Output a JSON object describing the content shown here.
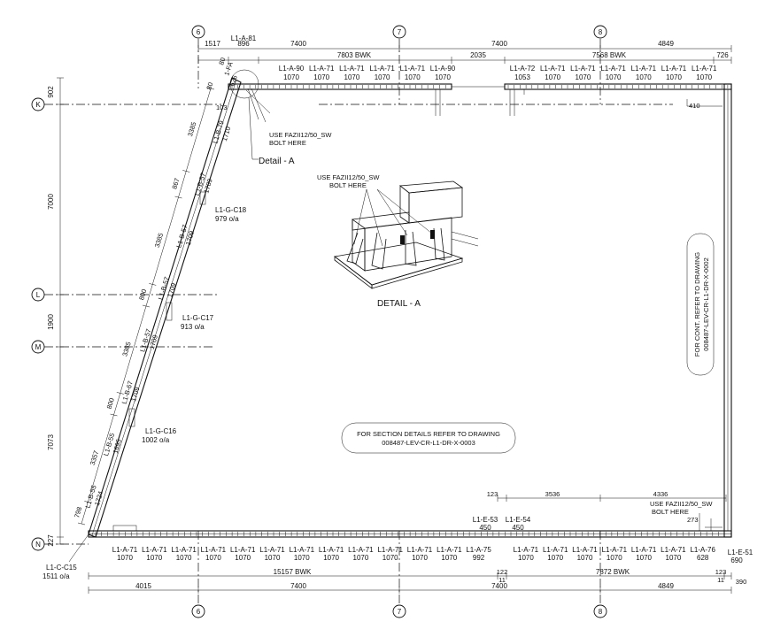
{
  "grid": {
    "vertical": [
      "6",
      "7",
      "8"
    ],
    "horizontal": [
      "K",
      "L",
      "M",
      "N"
    ]
  },
  "top_dims": {
    "row1": [
      "1517",
      "7400",
      "7400",
      "4849"
    ],
    "row2": [
      "896",
      "7803 BWK",
      "2035",
      "7568 BWK",
      "726"
    ],
    "top_label": "L1-A-81"
  },
  "top_panels": {
    "left": [
      {
        "id": "L1-A-90",
        "len": "1070"
      },
      {
        "id": "L1-A-71",
        "len": "1070"
      },
      {
        "id": "L1-A-71",
        "len": "1070"
      },
      {
        "id": "L1-A-71",
        "len": "1070"
      },
      {
        "id": "L1-A-71",
        "len": "1070"
      },
      {
        "id": "L1-A-90",
        "len": "1070"
      }
    ],
    "right": [
      {
        "id": "L1-A-72",
        "len": "1053"
      },
      {
        "id": "L1-A-71",
        "len": "1070"
      },
      {
        "id": "L1-A-71",
        "len": "1070"
      },
      {
        "id": "L1-A-71",
        "len": "1070"
      },
      {
        "id": "L1-A-71",
        "len": "1070"
      },
      {
        "id": "L1-A-71",
        "len": "1070"
      },
      {
        "id": "L1-A-71",
        "len": "1070"
      }
    ]
  },
  "left_dims": [
    "902",
    "7000",
    "1900",
    "7073",
    "227"
  ],
  "diagonal": {
    "corner_labels": [
      "80",
      "1-FA",
      "626",
      "80",
      "103"
    ],
    "dims": [
      "3385",
      "867",
      "3385",
      "800",
      "3385",
      "800",
      "3357",
      "798"
    ],
    "panels": [
      {
        "id": "L1-B-79",
        "len": "1710"
      },
      {
        "id": "L1-B-57",
        "len": "1709"
      },
      {
        "id": "L1-B-57",
        "len": "1709"
      },
      {
        "id": "L1-B-57",
        "len": "1709"
      },
      {
        "id": "L1-B-57",
        "len": "1709"
      },
      {
        "id": "L1-B-67",
        "len": "1709"
      },
      {
        "id": "L1-B-55",
        "len": "1695"
      },
      {
        "id": "L1-B-55",
        "len": "1724"
      }
    ],
    "columns": [
      {
        "id": "L1-G-C18",
        "value": "979  o/a"
      },
      {
        "id": "L1-G-C17",
        "value": "913  o/a"
      },
      {
        "id": "L1-G-C16",
        "value": "1002 o/a"
      }
    ]
  },
  "notes": {
    "bolt_top_1": "USE FAZII12/50_SW",
    "bolt_top_2": "BOLT HERE",
    "detail_ref": "Detail - A",
    "detail_bolt_1": "USE FAZII12/50_SW",
    "detail_bolt_2": "BOLT HERE",
    "detail_title": "DETAIL - A",
    "section_1": "FOR SECTION DETAILS REFER TO DRAWING",
    "section_2": "008487-LEV-CR-L1-DR-X-0003",
    "cont_1": "FOR CONT. REFER TO DRAWING",
    "cont_2": "008487-LEV-CR-L1-DR-X-0002",
    "bolt_br_1": "USE FAZII12/50_SW",
    "bolt_br_2": "BOLT HERE",
    "dim_410": "410",
    "dim_273": "273"
  },
  "bottom_upper_dims": [
    "123",
    "3536",
    "4336"
  ],
  "bottom_e_panels": [
    {
      "id": "L1-E-53",
      "len": "450"
    },
    {
      "id": "L1-E-54",
      "len": "450"
    },
    {
      "id": "L1-E-51",
      "len": "690"
    }
  ],
  "bottom_panels": [
    {
      "id": "L1-A-71",
      "len": "1070"
    },
    {
      "id": "L1-A-71",
      "len": "1070"
    },
    {
      "id": "L1-A-71",
      "len": "1070"
    },
    {
      "id": "L1-A-71",
      "len": "1070"
    },
    {
      "id": "L1-A-71",
      "len": "1070"
    },
    {
      "id": "L1-A-71",
      "len": "1070"
    },
    {
      "id": "L1-A-71",
      "len": "1070"
    },
    {
      "id": "L1-A-71",
      "len": "1070"
    },
    {
      "id": "L1-A-71",
      "len": "1070"
    },
    {
      "id": "L1-A-71",
      "len": "1070"
    },
    {
      "id": "L1-A-71",
      "len": "1070"
    },
    {
      "id": "L1-A-71",
      "len": "1070"
    },
    {
      "id": "L1-A-75",
      "len": "992"
    },
    {
      "id": "L1-A-71",
      "len": "1070"
    },
    {
      "id": "L1-A-71",
      "len": "1070"
    },
    {
      "id": "L1-A-71",
      "len": "1070"
    },
    {
      "id": "L1-A-71",
      "len": "1070"
    },
    {
      "id": "L1-A-71",
      "len": "1070"
    },
    {
      "id": "L1-A-71",
      "len": "1070"
    },
    {
      "id": "L1-A-76",
      "len": "628"
    }
  ],
  "corner_column": {
    "id": "L1-C-C15",
    "value": "1511 o/a"
  },
  "bottom_dims": {
    "row1": [
      "15157 BWK",
      "122",
      "7872 BWK",
      "123"
    ],
    "row1_small": [
      "11",
      "11"
    ],
    "row1_right": "390",
    "row2": [
      "4015",
      "7400",
      "7400",
      "4849"
    ]
  }
}
